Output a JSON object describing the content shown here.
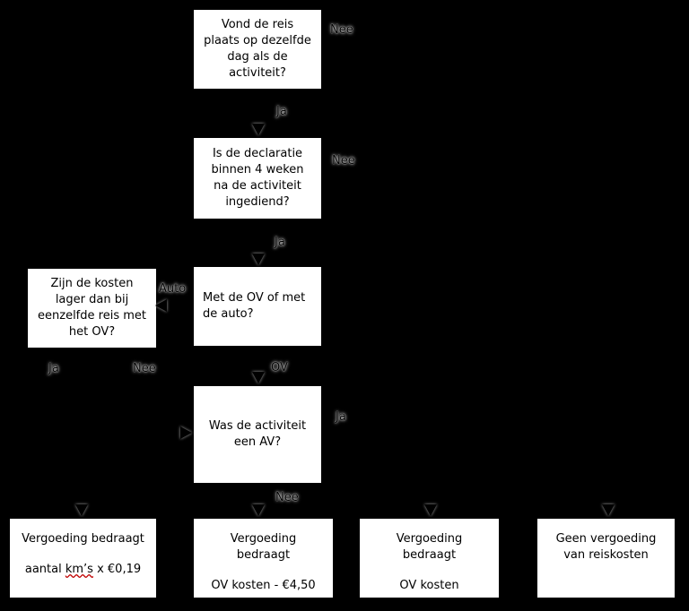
{
  "colors": {
    "background": "#000000",
    "node_fill": "#ffffff",
    "node_border": "#000000",
    "text": "#000000",
    "misspell_underline": "#c00000"
  },
  "nodes": {
    "same_day": {
      "text": "Vond de reis plaats op dezelfde dag als de activiteit?"
    },
    "declaration": {
      "text": "Is de declaratie binnen 4 weken na de activiteit ingediend?"
    },
    "ov_or_auto": {
      "text": "Met de OV of met de auto?"
    },
    "costs_lower": {
      "text": "Zijn de kosten lager dan bij eenzelfde reis met het OV?"
    },
    "activity_av": {
      "text": "Was de activiteit een AV?"
    },
    "result_km": {
      "title": "Vergoeding bedraagt",
      "amount_prefix": "aantal ",
      "amount_marked": "km’s",
      "amount_suffix": " x €0,19"
    },
    "result_ov_discount": {
      "title": "Vergoeding bedraagt",
      "amount": "OV kosten - €4,50"
    },
    "result_ov": {
      "title": "Vergoeding bedraagt",
      "amount": "OV kosten"
    },
    "result_none": {
      "text": "Geen vergoeding van reiskosten"
    }
  },
  "edge_labels": {
    "same_day_no": "Nee",
    "same_day_yes": "Ja",
    "declaration_no": "Nee",
    "declaration_yes": "Ja",
    "auto": "Auto",
    "ov": "OV",
    "costs_yes": "Ja",
    "costs_no": "Nee",
    "av_yes": "Ja",
    "av_no": "Nee"
  }
}
